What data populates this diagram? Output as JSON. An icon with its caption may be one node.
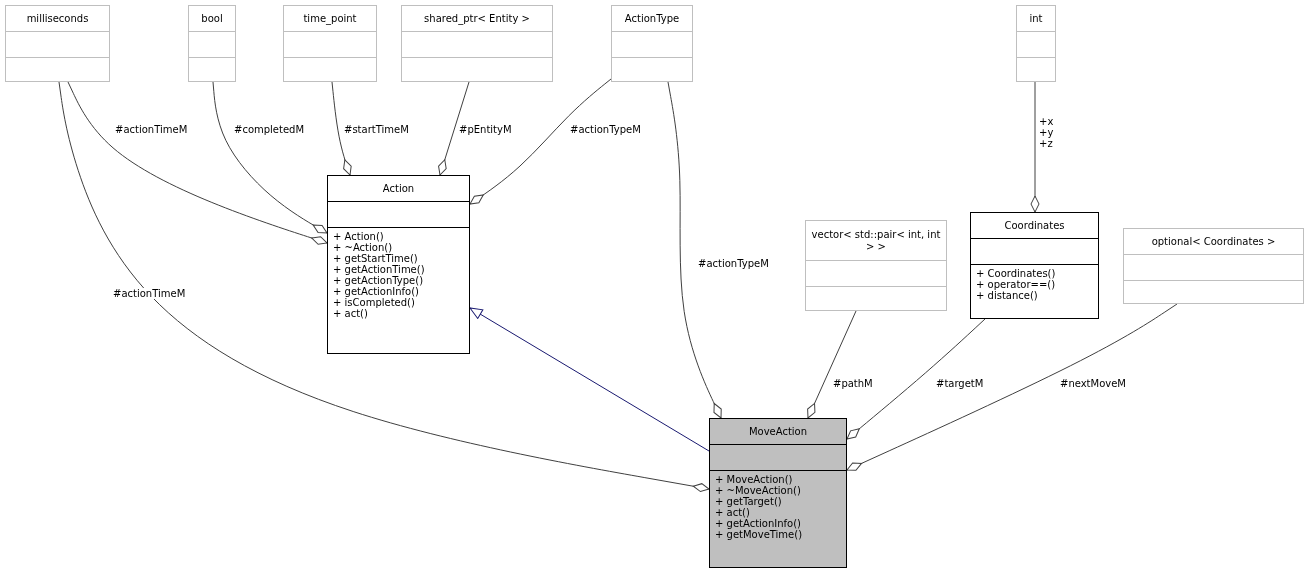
{
  "diagram": {
    "nodes": [
      {
        "text": [
          "milliseconds"
        ]
      },
      {
        "text": [
          "bool"
        ]
      },
      {
        "text": [
          "time_point"
        ]
      },
      {
        "text": [
          "shared_ptr< Entity >"
        ]
      },
      {
        "text": [
          "ActionType"
        ]
      },
      {
        "text": [
          "int"
        ]
      },
      {
        "text": [
          "Action",
          "+ Action()",
          "+ ~Action()",
          "+ getStartTime()",
          "+ getActionTime()",
          "+ getActionType()",
          "+ getActionInfo()",
          "+ isCompleted()",
          "+ act()"
        ]
      },
      {
        "text": [
          "vector< std::pair< int, int > >"
        ]
      },
      {
        "text": [
          "Coordinates",
          "+ Coordinates()",
          "+ operator==()",
          "+ distance()"
        ]
      },
      {
        "text": [
          "optional< Coordinates >"
        ]
      },
      {
        "text": [
          "MoveAction",
          "+ MoveAction()",
          "+ ~MoveAction()",
          "+ getTarget()",
          "+ act()",
          "+ getActionInfo()",
          "+ getMoveTime()"
        ]
      }
    ],
    "edges": [
      {
        "from": 0,
        "to": 6,
        "arrow": "other",
        "label": "#actionTimeM"
      },
      {
        "from": 1,
        "to": 6,
        "arrow": "other",
        "label": "#completedM"
      },
      {
        "from": 2,
        "to": 6,
        "arrow": "other",
        "label": "#startTimeM"
      },
      {
        "from": 3,
        "to": 6,
        "arrow": "other",
        "label": "#pEntityM"
      },
      {
        "from": 4,
        "to": 6,
        "arrow": "other",
        "label": "#actionTypeM"
      },
      {
        "from": 0,
        "to": 10,
        "arrow": "other",
        "label": "#actionTimeM"
      },
      {
        "from": 4,
        "to": 10,
        "arrow": "other",
        "label": "#actionTypeM"
      },
      {
        "from": 7,
        "to": 10,
        "arrow": "other",
        "label": "#pathM"
      },
      {
        "from": 8,
        "to": 10,
        "arrow": "other",
        "label": "#targetM"
      },
      {
        "from": 9,
        "to": 10,
        "arrow": "other",
        "label": "#nextMoveM"
      },
      {
        "from": 10,
        "to": 6,
        "arrow": "to",
        "color": "#191970"
      },
      {
        "from": 5,
        "to": 8,
        "arrow": "other",
        "label": "+x +y +z"
      }
    ]
  }
}
